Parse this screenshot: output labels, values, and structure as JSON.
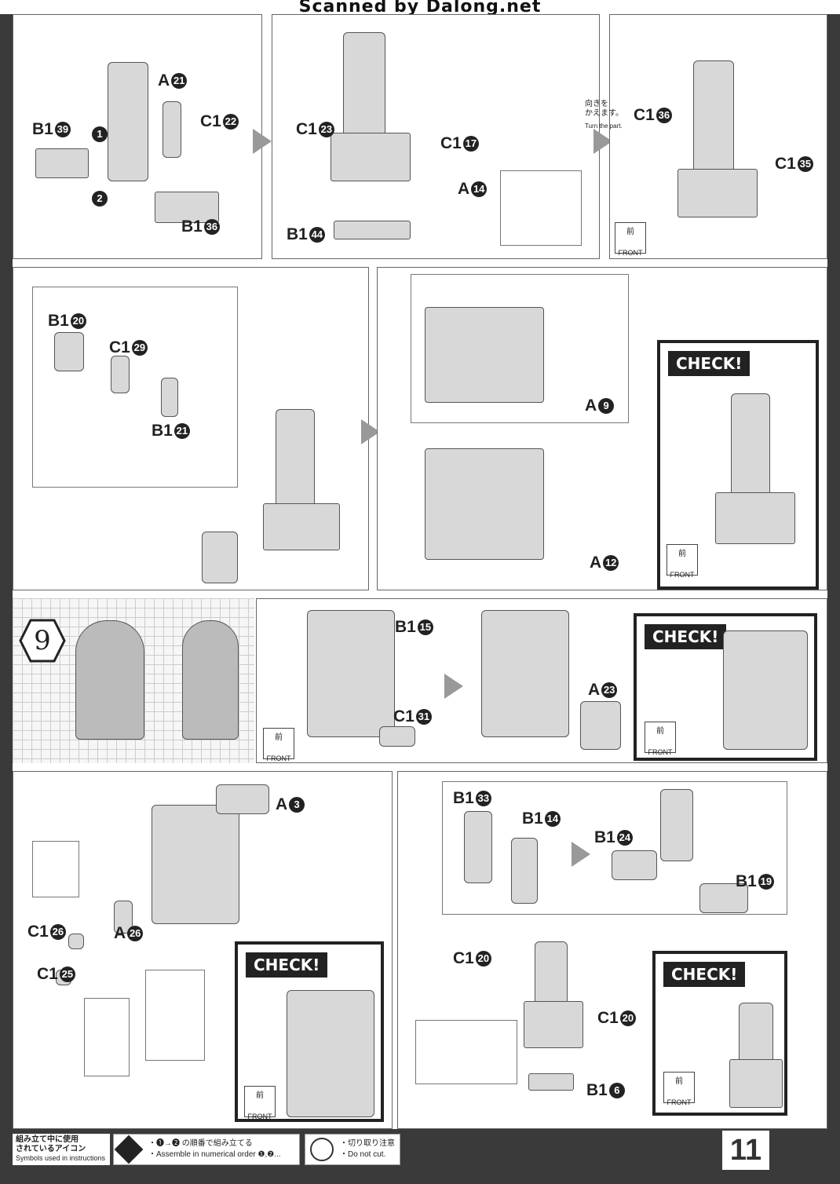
{
  "header": {
    "watermark": "Scanned by Dalong.net"
  },
  "row1": {
    "p1": {
      "labels": [
        "A",
        "C1",
        "B1",
        "B1"
      ],
      "nums": [
        "21",
        "22",
        "39",
        "36"
      ],
      "steps": [
        "1",
        "2"
      ]
    },
    "p2": {
      "labels": [
        "C1",
        "C1",
        "A",
        "B1"
      ],
      "nums": [
        "23",
        "17",
        "14",
        "44"
      ]
    },
    "p3": {
      "labels": [
        "C1",
        "C1"
      ],
      "nums": [
        "36",
        "35"
      ],
      "turn_jp": "向きを\nかえます。",
      "turn_en": "Turn the part."
    }
  },
  "row2": {
    "labels": [
      "B1",
      "C1",
      "B1",
      "A",
      "A"
    ],
    "nums": [
      "20",
      "29",
      "21",
      "9",
      "12"
    ],
    "check": "CHECK!"
  },
  "row3": {
    "step": "9",
    "labels": [
      "B1",
      "C1",
      "A"
    ],
    "nums": [
      "15",
      "31",
      "23"
    ],
    "check": "CHECK!"
  },
  "row4": {
    "left": {
      "labels": [
        "A",
        "C1",
        "A",
        "C1"
      ],
      "nums": [
        "3",
        "26",
        "26",
        "25"
      ],
      "check": "CHECK!"
    },
    "right": {
      "labels": [
        "B1",
        "B1",
        "B1",
        "B1",
        "C1",
        "C1",
        "B1"
      ],
      "nums": [
        "33",
        "14",
        "24",
        "19",
        "20",
        "20",
        "6"
      ],
      "check": "CHECK!"
    }
  },
  "front": {
    "kanji": "前",
    "text": "FRONT"
  },
  "footer": {
    "legend_jp": "組み立て中に使用\nされているアイコン",
    "legend_en": "Symbols used in instructions",
    "order_jp": "・❶→❷ の順番で組み立てる",
    "order_en": "・Assemble in numerical order ❶,❷...",
    "cut_jp": "・切り取り注意",
    "cut_en": "・Do not cut.",
    "page": "11"
  }
}
